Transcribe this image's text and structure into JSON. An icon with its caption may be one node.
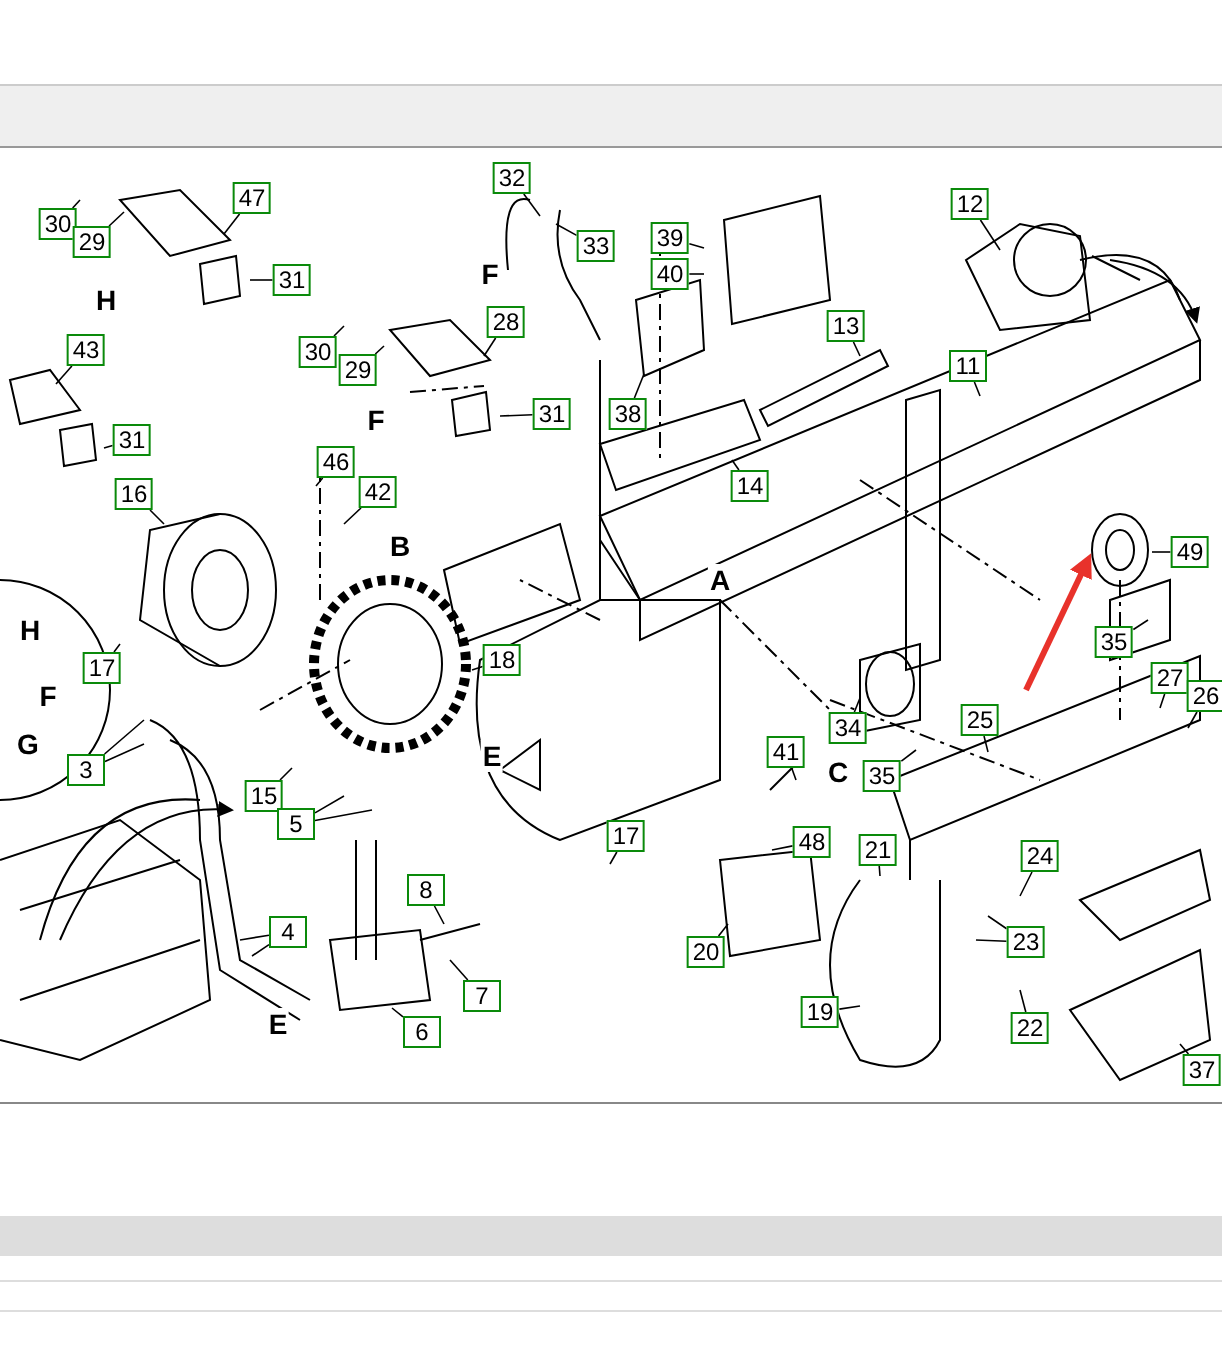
{
  "diagram": {
    "nodes": [
      {
        "text": [
          "30"
        ]
      },
      {
        "text": [
          "29"
        ]
      },
      {
        "text": [
          "47"
        ]
      },
      {
        "text": [
          "31"
        ]
      },
      {
        "text": [
          "32"
        ]
      },
      {
        "text": [
          "33"
        ]
      },
      {
        "text": [
          "39"
        ]
      },
      {
        "text": [
          "12"
        ]
      },
      {
        "text": [
          "40"
        ]
      },
      {
        "text": [
          "43"
        ]
      },
      {
        "text": [
          "13"
        ]
      },
      {
        "text": [
          "30"
        ]
      },
      {
        "text": [
          "29"
        ]
      },
      {
        "text": [
          "28"
        ]
      },
      {
        "text": [
          "11"
        ]
      },
      {
        "text": [
          "38"
        ]
      },
      {
        "text": [
          "31"
        ]
      },
      {
        "text": [
          "31"
        ]
      },
      {
        "text": [
          "46"
        ]
      },
      {
        "text": [
          "14"
        ]
      },
      {
        "text": [
          "16"
        ]
      },
      {
        "text": [
          "42"
        ]
      },
      {
        "text": [
          "49"
        ]
      },
      {
        "text": [
          "35"
        ]
      },
      {
        "text": [
          "17"
        ]
      },
      {
        "text": [
          "18"
        ]
      },
      {
        "text": [
          "27"
        ]
      },
      {
        "text": [
          "26"
        ]
      },
      {
        "text": [
          "25"
        ]
      },
      {
        "text": [
          "34"
        ]
      },
      {
        "text": [
          "3"
        ]
      },
      {
        "text": [
          "41"
        ]
      },
      {
        "text": [
          "35"
        ]
      },
      {
        "text": [
          "15"
        ]
      },
      {
        "text": [
          "5"
        ]
      },
      {
        "text": [
          "17"
        ]
      },
      {
        "text": [
          "48"
        ]
      },
      {
        "text": [
          "21"
        ]
      },
      {
        "text": [
          "24"
        ]
      },
      {
        "text": [
          "8"
        ]
      },
      {
        "text": [
          "4"
        ]
      },
      {
        "text": [
          "23"
        ]
      },
      {
        "text": [
          "20"
        ]
      },
      {
        "text": [
          "7"
        ]
      },
      {
        "text": [
          "19"
        ]
      },
      {
        "text": [
          "22"
        ]
      },
      {
        "text": [
          "6"
        ]
      },
      {
        "text": [
          "37"
        ]
      }
    ],
    "edges": [
      {
        "from": 0,
        "to": null,
        "arrow": "none"
      },
      {
        "from": 1,
        "to": null,
        "arrow": "none"
      },
      {
        "from": 2,
        "to": null,
        "arrow": "none"
      },
      {
        "from": 3,
        "to": null,
        "arrow": "none"
      },
      {
        "from": 4,
        "to": null,
        "arrow": "none"
      },
      {
        "from": 5,
        "to": null,
        "arrow": "none"
      },
      {
        "from": 6,
        "to": null,
        "arrow": "none"
      },
      {
        "from": 7,
        "to": null,
        "arrow": "none"
      },
      {
        "from": 8,
        "to": null,
        "arrow": "none"
      },
      {
        "from": 9,
        "to": null,
        "arrow": "none"
      },
      {
        "from": 10,
        "to": null,
        "arrow": "none"
      },
      {
        "from": 11,
        "to": null,
        "arrow": "none"
      },
      {
        "from": 12,
        "to": null,
        "arrow": "none"
      },
      {
        "from": 13,
        "to": null,
        "arrow": "none"
      },
      {
        "from": 14,
        "to": null,
        "arrow": "none"
      },
      {
        "from": 15,
        "to": null,
        "arrow": "none"
      },
      {
        "from": 16,
        "to": null,
        "arrow": "none"
      },
      {
        "from": 17,
        "to": null,
        "arrow": "none"
      },
      {
        "from": 18,
        "to": null,
        "arrow": "none"
      },
      {
        "from": 19,
        "to": null,
        "arrow": "none"
      },
      {
        "from": 20,
        "to": null,
        "arrow": "none"
      },
      {
        "from": 21,
        "to": null,
        "arrow": "none"
      },
      {
        "from": 22,
        "to": null,
        "arrow": "none"
      },
      {
        "from": 23,
        "to": null,
        "arrow": "none"
      },
      {
        "from": 24,
        "to": null,
        "arrow": "none"
      },
      {
        "from": 25,
        "to": null,
        "arrow": "none"
      },
      {
        "from": 26,
        "to": null,
        "arrow": "none"
      },
      {
        "from": 27,
        "to": null,
        "arrow": "none"
      },
      {
        "from": 28,
        "to": null,
        "arrow": "none"
      },
      {
        "from": 29,
        "to": null,
        "arrow": "none"
      },
      {
        "from": 30,
        "to": null,
        "arrow": "none"
      },
      {
        "from": 30,
        "to": null,
        "arrow": "none"
      },
      {
        "from": 31,
        "to": null,
        "arrow": "none"
      },
      {
        "from": 32,
        "to": null,
        "arrow": "none"
      },
      {
        "from": 33,
        "to": null,
        "arrow": "none"
      },
      {
        "from": 34,
        "to": null,
        "arrow": "none"
      },
      {
        "from": 34,
        "to": null,
        "arrow": "none"
      },
      {
        "from": 35,
        "to": null,
        "arrow": "none"
      },
      {
        "from": 36,
        "to": null,
        "arrow": "none"
      },
      {
        "from": 37,
        "to": null,
        "arrow": "none"
      },
      {
        "from": 38,
        "to": null,
        "arrow": "none"
      },
      {
        "from": 39,
        "to": null,
        "arrow": "none"
      },
      {
        "from": 40,
        "to": null,
        "arrow": "none"
      },
      {
        "from": 40,
        "to": null,
        "arrow": "none"
      },
      {
        "from": 41,
        "to": null,
        "arrow": "none"
      },
      {
        "from": 41,
        "to": null,
        "arrow": "none"
      },
      {
        "from": 42,
        "to": null,
        "arrow": "none"
      },
      {
        "from": 43,
        "to": null,
        "arrow": "none"
      },
      {
        "from": 44,
        "to": null,
        "arrow": "none"
      },
      {
        "from": 45,
        "to": null,
        "arrow": "none"
      },
      {
        "from": 46,
        "to": null,
        "arrow": "none"
      },
      {
        "from": 47,
        "to": null,
        "arrow": "none"
      }
    ],
    "labels": [
      "F",
      "H",
      "F",
      "B",
      "A",
      "H",
      "F",
      "G",
      "E",
      "C",
      "E"
    ]
  }
}
